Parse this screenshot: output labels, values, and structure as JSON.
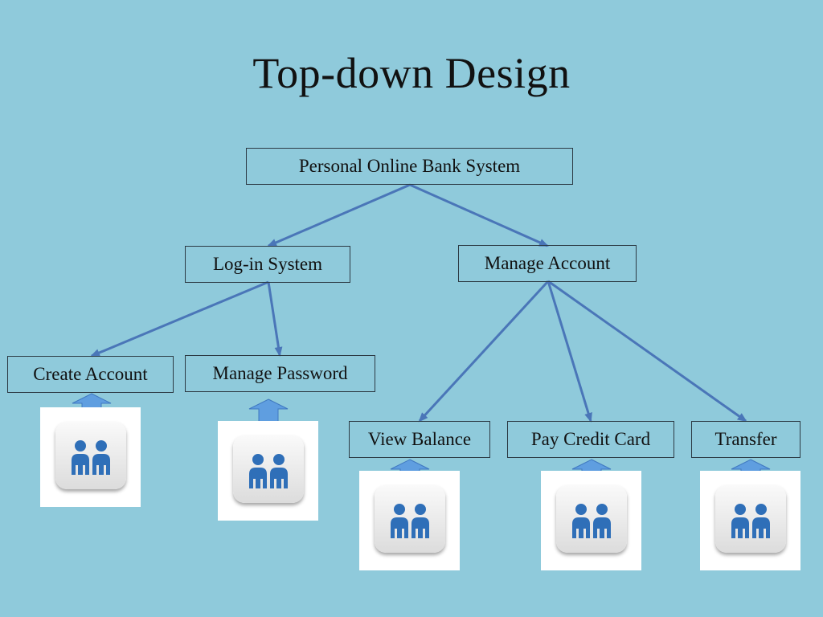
{
  "title": "Top-down Design",
  "nodes": {
    "root": "Personal Online Bank System",
    "login": "Log-in System",
    "manage_account": "Manage Account",
    "create_account": "Create Account",
    "manage_password": "Manage Password",
    "view_balance": "View Balance",
    "pay_credit_card": "Pay Credit Card",
    "transfer": "Transfer"
  },
  "edges": [
    [
      "root",
      "login"
    ],
    [
      "root",
      "manage_account"
    ],
    [
      "login",
      "create_account"
    ],
    [
      "login",
      "manage_password"
    ],
    [
      "manage_account",
      "view_balance"
    ],
    [
      "manage_account",
      "pay_credit_card"
    ],
    [
      "manage_account",
      "transfer"
    ]
  ],
  "colors": {
    "background": "#8fcadb",
    "connector": "#4a76b8",
    "icon_blue": "#2f6fb8",
    "arrow_blue": "#5f9ee0"
  },
  "icons": {
    "leaf_icon": "users-icon",
    "leaf_arrow": "up-arrow-icon"
  }
}
